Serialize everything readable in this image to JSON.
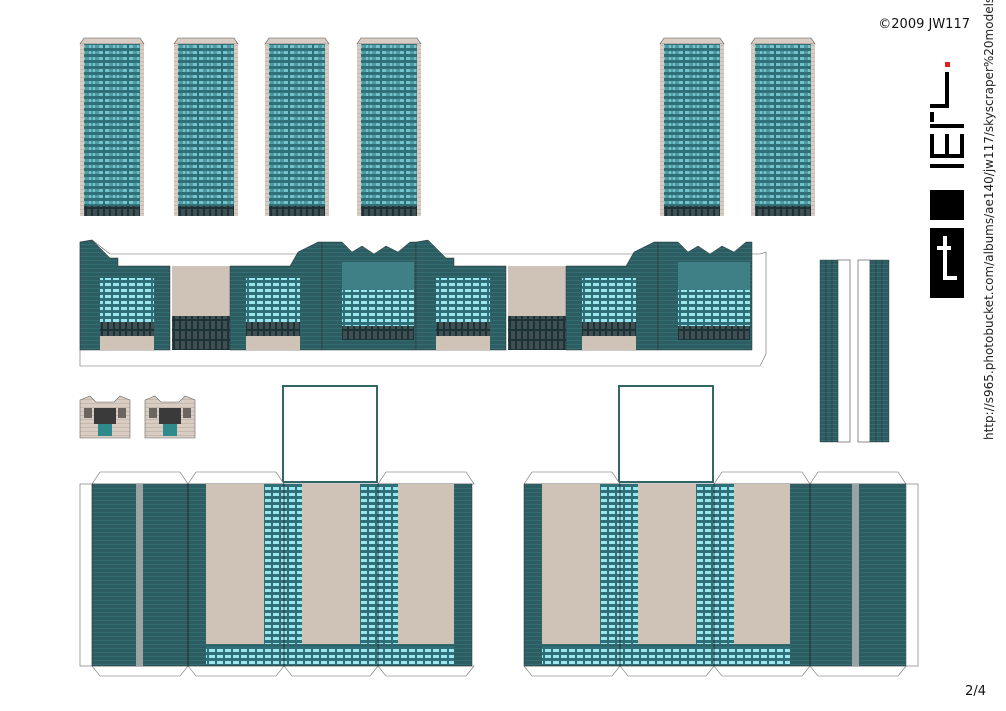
{
  "copyright": "©2009 JW117",
  "page_number": "2/4",
  "url": "http://s965.photobucket.com/albums/ae140/jw117/skyscraper%20models/",
  "logo_text": "JW117",
  "colors": {
    "glass": "#2e6f78",
    "glass_light": "#8fe0ea",
    "wall": "#2c5c60",
    "stone": "#cfc3b8",
    "frame": "#7a6f68",
    "line": "#336666"
  }
}
